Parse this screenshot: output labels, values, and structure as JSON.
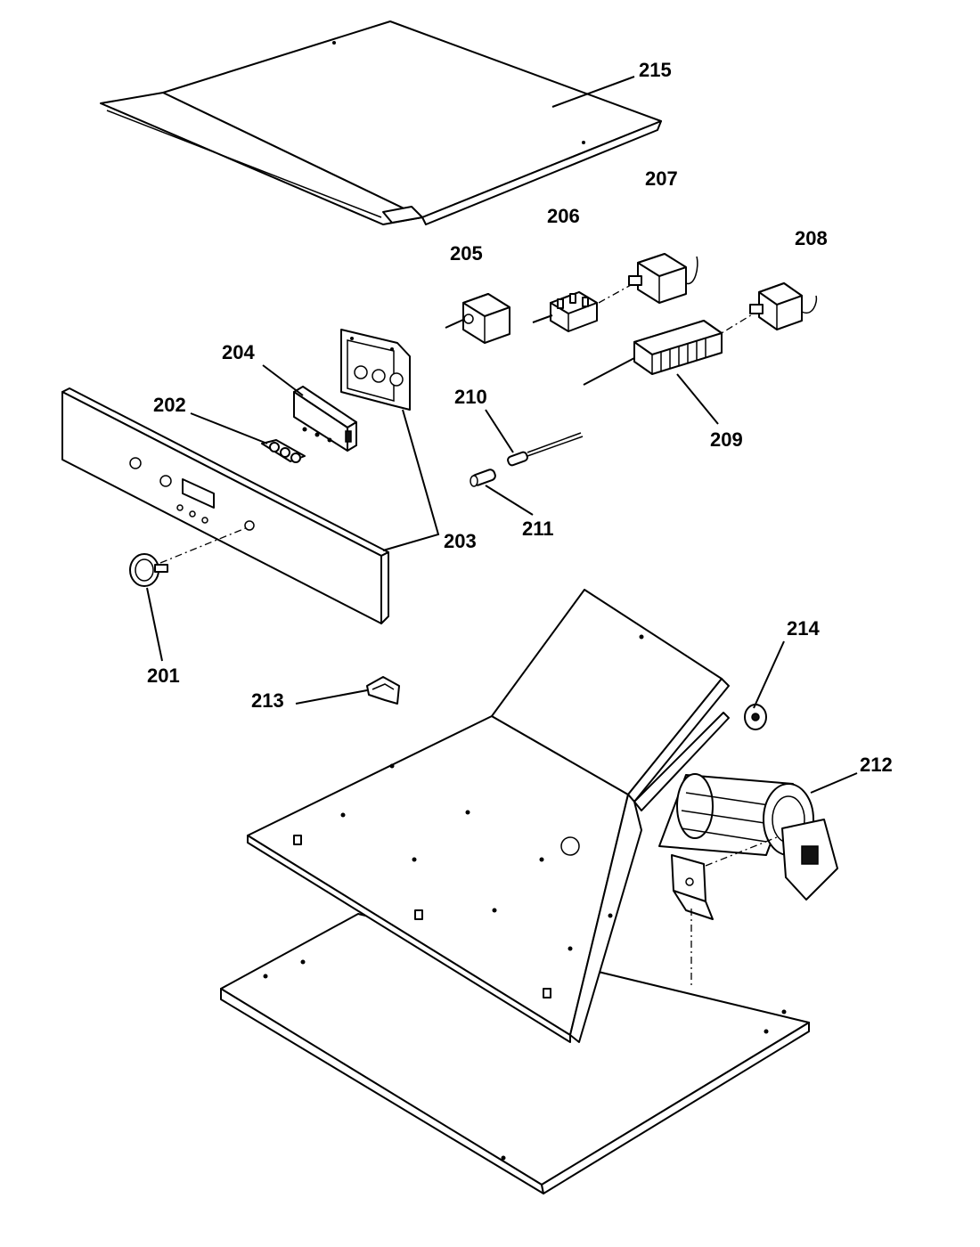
{
  "labels": {
    "l201": "201",
    "l202": "202",
    "l203": "203",
    "l204": "204",
    "l205": "205",
    "l206": "206",
    "l207": "207",
    "l208": "208",
    "l209": "209",
    "l210": "210",
    "l211": "211",
    "l212": "212",
    "l213": "213",
    "l214": "214",
    "l215": "215"
  }
}
